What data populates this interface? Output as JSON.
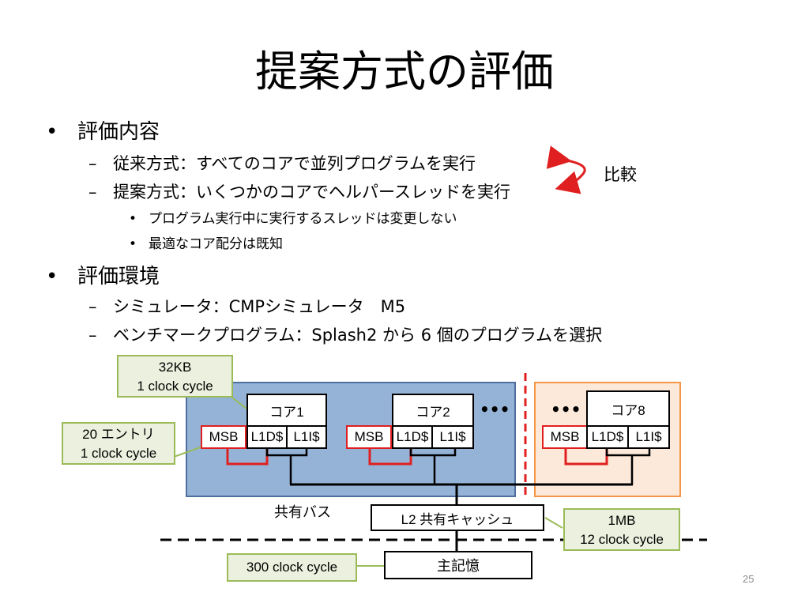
{
  "title": "提案方式の評価",
  "eval_content": {
    "heading": "評価内容",
    "items": [
      "従来方式：すべてのコアで並列プログラムを実行",
      "提案方式：いくつかのコアでヘルパースレッドを実行"
    ],
    "subitems": [
      "プログラム実行中に実行するスレッドは変更しない",
      "最適なコア配分は既知"
    ],
    "compare_label": "比較"
  },
  "eval_env": {
    "heading": "評価環境",
    "items": [
      "シミュレータ：CMPシミュレータ　M5",
      "ベンチマークプログラム：Splash2 から 6 個のプログラムを選択"
    ]
  },
  "diagram": {
    "cores": [
      {
        "name": "コア1",
        "msb": "MSB",
        "l1d": "L1D$",
        "l1i": "L1I$"
      },
      {
        "name": "コア2",
        "msb": "MSB",
        "l1d": "L1D$",
        "l1i": "L1I$"
      },
      {
        "name": "コア8",
        "msb": "MSB",
        "l1d": "L1D$",
        "l1i": "L1I$"
      }
    ],
    "ellipsis": "•••",
    "bus_label": "共有バス",
    "l2_label": "L2 共有キャッシュ",
    "memory_label": "主記憶",
    "callouts": {
      "l1": [
        "32KB",
        "1 clock cycle"
      ],
      "msb": [
        "20 エントリ",
        "1 clock cycle"
      ],
      "l2": [
        "1MB",
        "12 clock cycle"
      ],
      "memory": [
        "300 clock cycle"
      ]
    },
    "colors": {
      "blue_region": "#95b3d7",
      "orange_region": "#fde9d9",
      "orange_border": "#f79646",
      "red": "#e02020",
      "callout_fill": "#ebf1de",
      "callout_border": "#9bbb59"
    }
  },
  "page_number": "25"
}
